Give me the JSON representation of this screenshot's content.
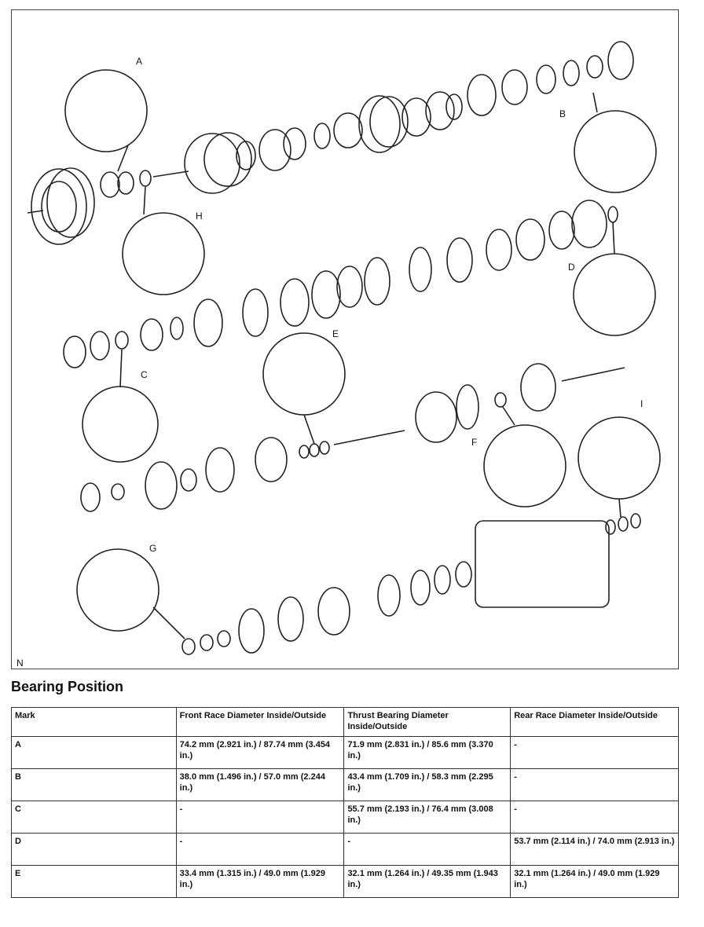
{
  "figure": {
    "callouts": {
      "A": "A",
      "B": "B",
      "H": "H",
      "D": "D",
      "C": "C",
      "E": "E",
      "F": "F",
      "I": "I",
      "G": "G",
      "N": "N"
    }
  },
  "section_title": "Bearing Position",
  "table": {
    "headers": [
      "Mark",
      "Front Race Diameter Inside/Outside",
      "Thrust Bearing Diameter Inside/Outside",
      "Rear Race Diameter Inside/Outside"
    ],
    "rows": [
      [
        "A",
        "74.2 mm (2.921 in.) / 87.74 mm (3.454 in.)",
        "71.9 mm (2.831 in.) / 85.6 mm (3.370 in.)",
        "-"
      ],
      [
        "B",
        "38.0 mm (1.496 in.) / 57.0 mm (2.244 in.)",
        "43.4 mm (1.709 in.) / 58.3 mm (2.295 in.)",
        "-"
      ],
      [
        "C",
        "-",
        "55.7 mm (2.193 in.) / 76.4 mm (3.008 in.)",
        "-"
      ],
      [
        "D",
        "-",
        "-",
        "53.7 mm (2.114 in.) / 74.0 mm (2.913 in.)"
      ],
      [
        "E",
        "33.4 mm (1.315 in.) / 49.0 mm (1.929 in.)",
        "32.1 mm (1.264 in.) / 49.35 mm (1.943 in.)",
        "32.1 mm (1.264 in.) / 49.0 mm (1.929 in.)"
      ]
    ]
  }
}
